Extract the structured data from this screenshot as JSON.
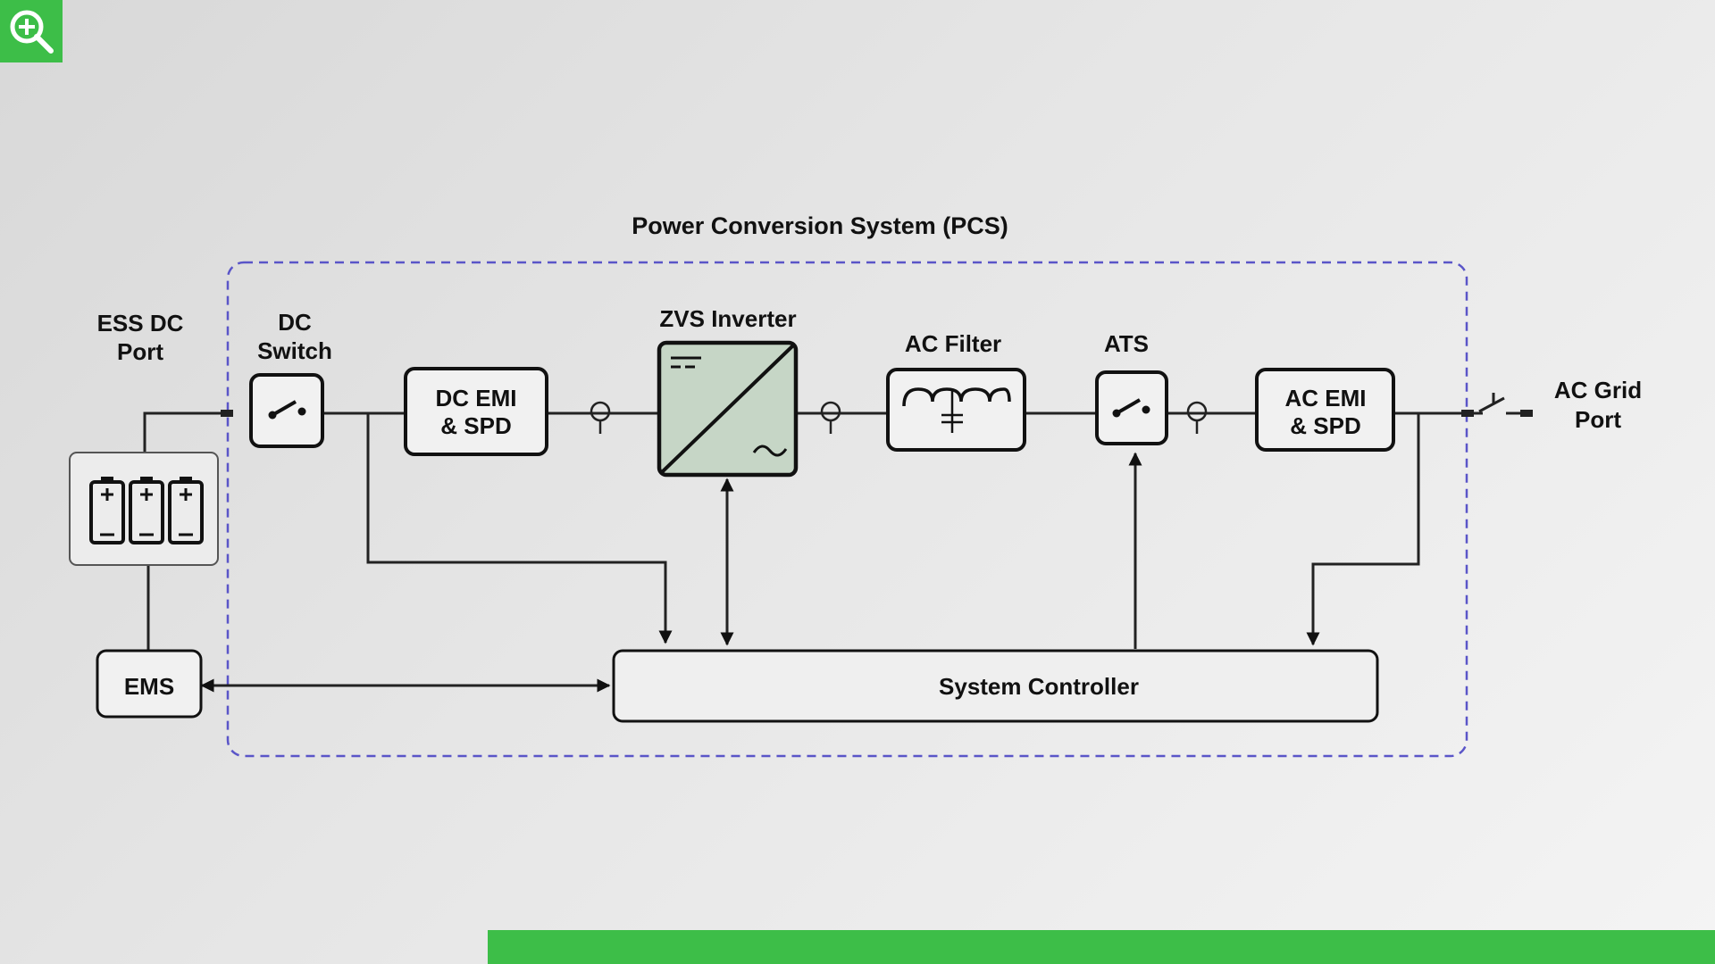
{
  "diagram": {
    "title": "Power Conversion System (PCS)",
    "labels": {
      "ess_dc_port_1": "ESS DC",
      "ess_dc_port_2": "Port",
      "dc_switch_1": "DC",
      "dc_switch_2": "Switch",
      "dc_emi_1": "DC EMI",
      "dc_emi_2": "& SPD",
      "zvs_inverter": "ZVS Inverter",
      "ac_filter": "AC Filter",
      "ats": "ATS",
      "ac_emi_1": "AC EMI",
      "ac_emi_2": "& SPD",
      "ac_grid_port_1": "AC  Grid",
      "ac_grid_port_2": "Port",
      "ems": "EMS",
      "system_controller": "System Controller"
    }
  },
  "colors": {
    "accent_green": "#3dbe48",
    "pcs_border": "#5a55c8",
    "inverter_fill": "#c6d6c6"
  },
  "icons": {
    "zoom": "zoom-in-icon",
    "battery": "battery-icon",
    "switch": "switch-icon",
    "sensor": "current-sensor-icon",
    "filter": "lc-filter-icon"
  }
}
